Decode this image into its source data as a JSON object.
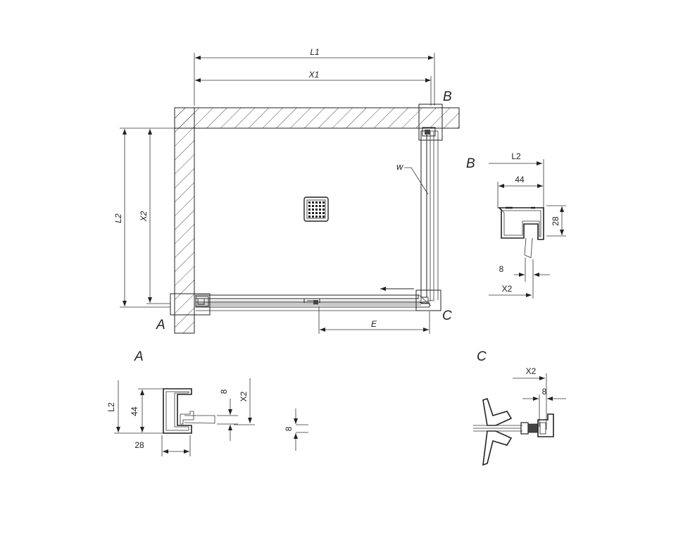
{
  "main_plan": {
    "dims": {
      "L1": "L1",
      "X1": "X1",
      "L2": "L2",
      "X2": "X2",
      "E": "E",
      "w": "w"
    },
    "details": {
      "A": "A",
      "B": "B",
      "C": "C"
    }
  },
  "detail_b": {
    "title": "B",
    "dims": {
      "L2": "L2",
      "d44": "44",
      "d28": "28",
      "d8": "8",
      "X2": "X2"
    }
  },
  "detail_a": {
    "title": "A",
    "dims": {
      "L2": "L2",
      "d44": "44",
      "d28": "28",
      "d8": "8",
      "X2": "X2",
      "d8b": "8"
    }
  },
  "detail_c": {
    "title": "C",
    "dims": {
      "X2": "X2",
      "d8": "8"
    }
  },
  "colors": {
    "line": "#222222",
    "background": "#ffffff"
  }
}
